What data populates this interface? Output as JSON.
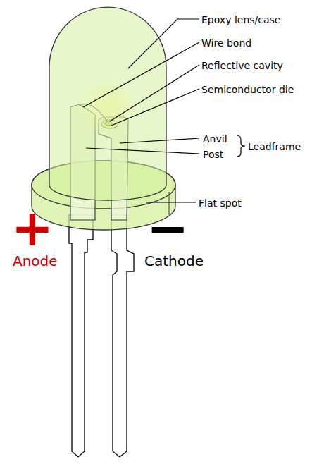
{
  "diagram": {
    "labels": [
      "Epoxy lens/case",
      "Wire bond",
      "Reflective cavity",
      "Semiconductor die",
      "Anvil",
      "Post",
      "Leadframe",
      "Flat spot",
      "+",
      "−",
      "Anode",
      "Cathode"
    ]
  }
}
